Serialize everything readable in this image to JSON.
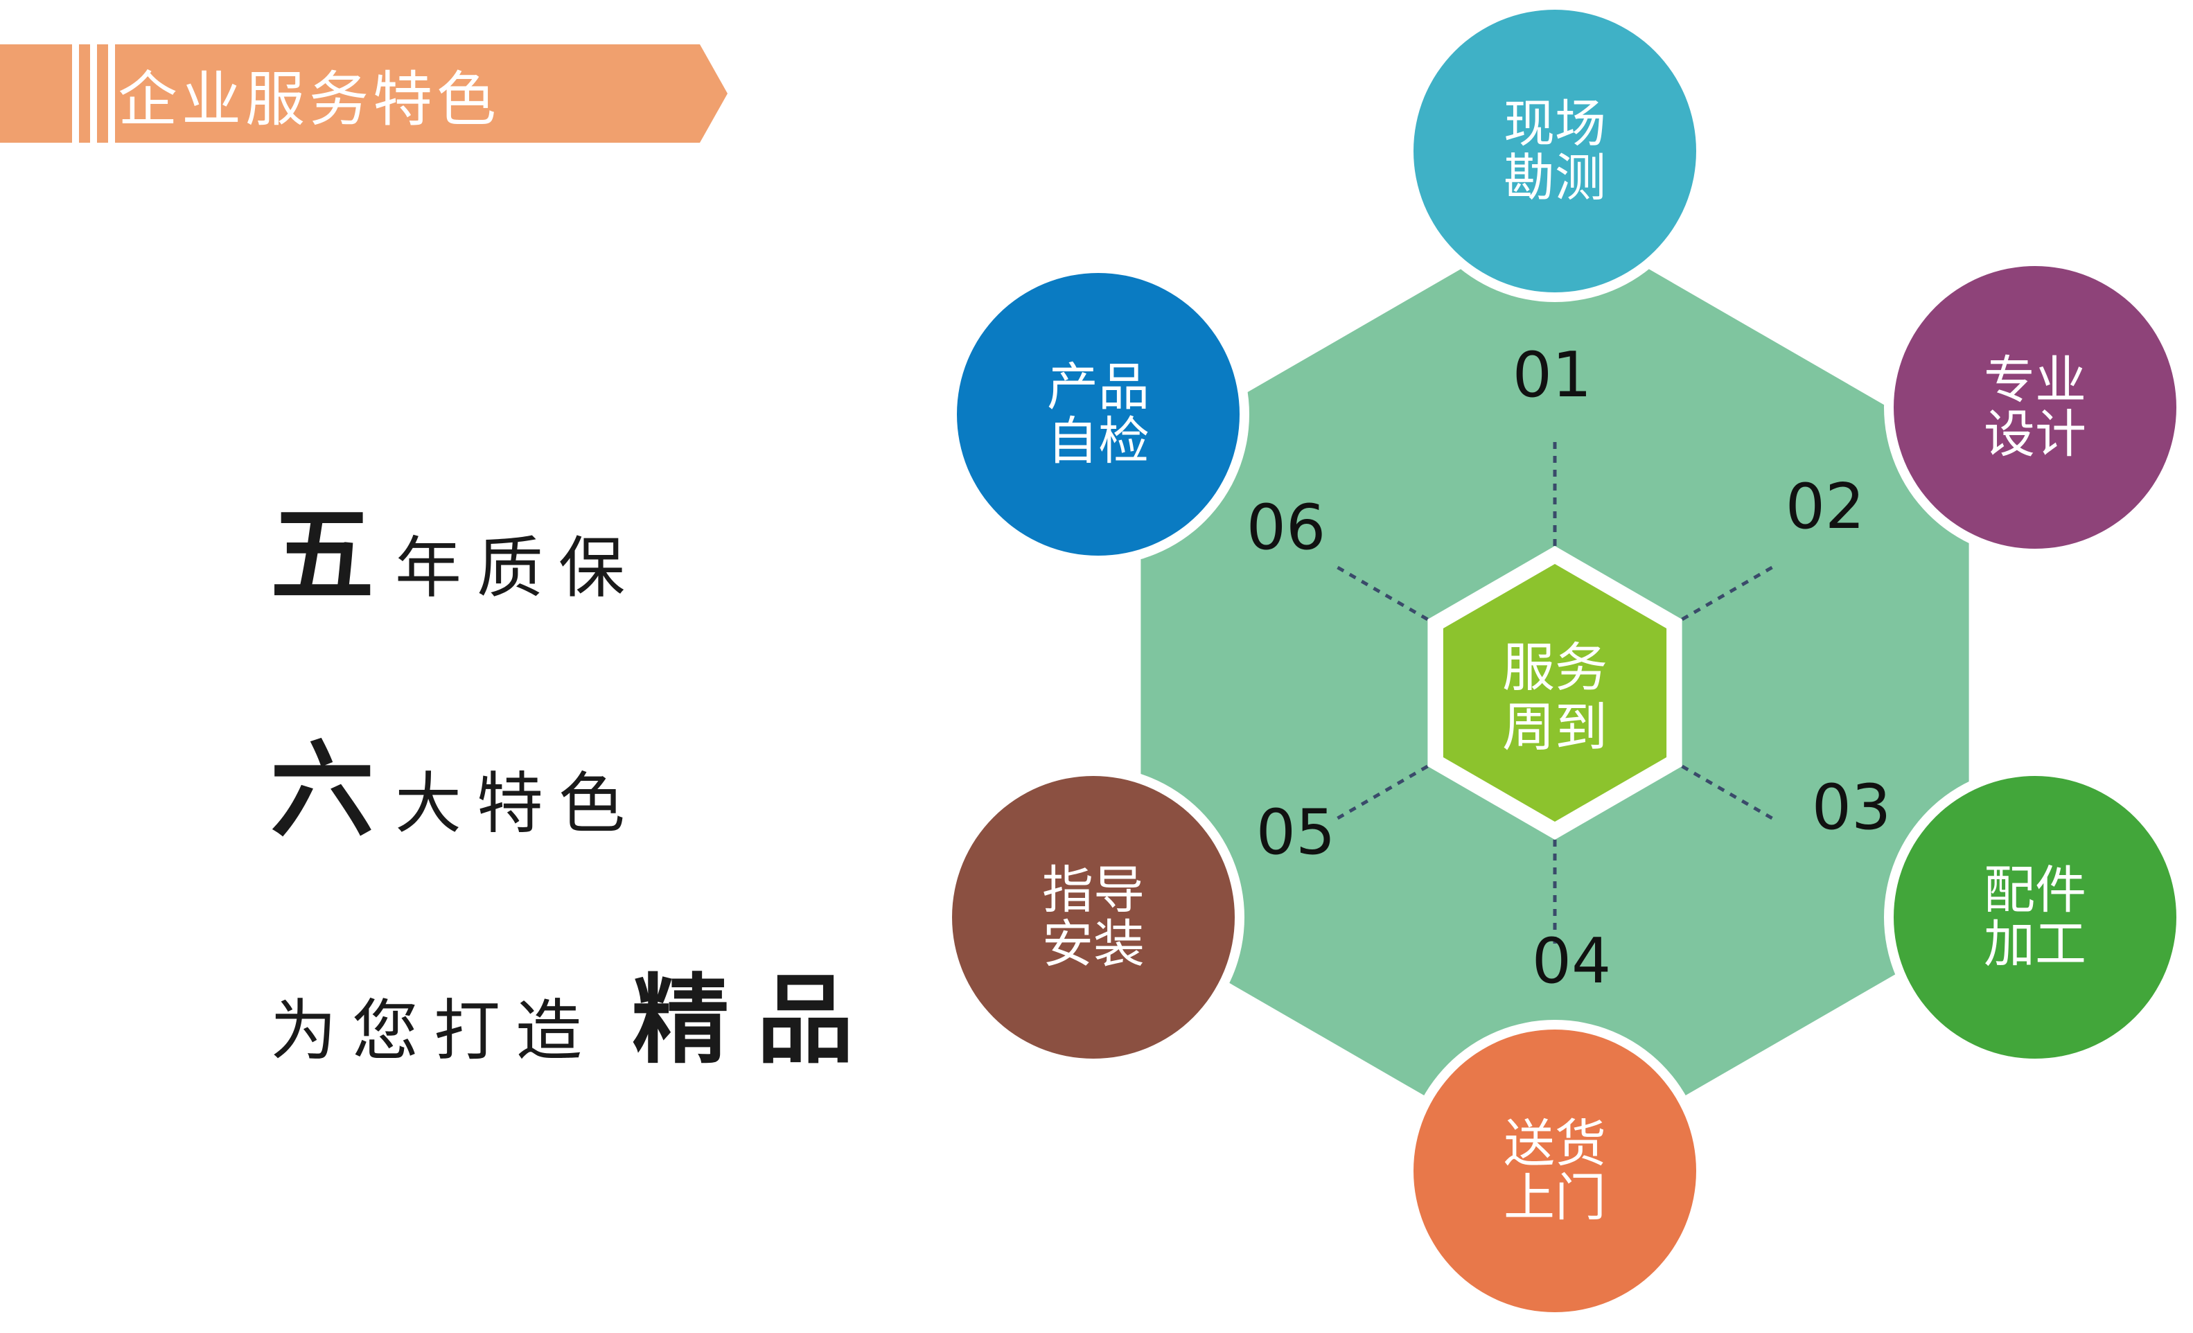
{
  "banner": {
    "title": "企业服务特色",
    "color": "#f0a06e"
  },
  "slogans": {
    "line1": {
      "big": "五",
      "rest": "年质保"
    },
    "line2": {
      "big": "六",
      "rest": "大特色"
    },
    "line3": {
      "rest": "为您打造",
      "big": "精品"
    }
  },
  "diagram": {
    "hexagon_color": "#7fc59f",
    "connector_color": "#3a4a6a",
    "center": {
      "line1": "服务",
      "line2": "周到",
      "color": "#8cc32d"
    },
    "nodes": [
      {
        "number": "01",
        "line1": "现场",
        "line2": "勘测",
        "color": "#3fb1c6"
      },
      {
        "number": "02",
        "line1": "专业",
        "line2": "设计",
        "color": "#8e4379"
      },
      {
        "number": "03",
        "line1": "配件",
        "line2": "加工",
        "color": "#42a63a"
      },
      {
        "number": "04",
        "line1": "送货",
        "line2": "上门",
        "color": "#e8784a"
      },
      {
        "number": "05",
        "line1": "指导",
        "line2": "安装",
        "color": "#8b5041"
      },
      {
        "number": "06",
        "line1": "产品",
        "line2": "自检",
        "color": "#0a7bc2"
      }
    ]
  }
}
